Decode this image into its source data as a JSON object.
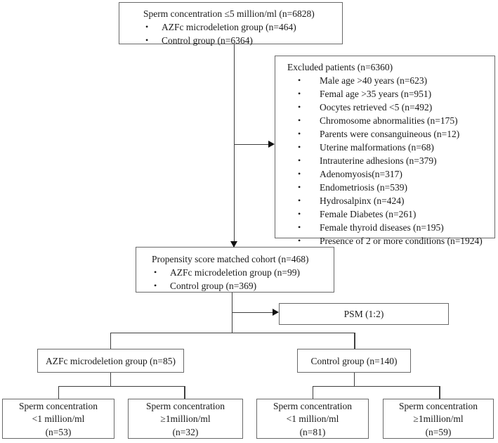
{
  "top_box": {
    "title": "Sperm concentration ≤5 million/ml (n=6828)",
    "bullets": [
      "AZFc microdeletion group (n=464)",
      "Control group (n=6364)"
    ]
  },
  "excluded_box": {
    "title": "Excluded patients (n=6360)",
    "bullets": [
      "Male age >40 years (n=623)",
      "Femal age >35 years (n=951)",
      "Oocytes retrieved <5 (n=492)",
      "Chromosome abnormalities (n=175)",
      "Parents were consanguineous (n=12)",
      "Uterine malformations (n=68)",
      "Intrauterine adhesions (n=379)",
      "Adenomyosis(n=317)",
      "Endometriosis (n=539)",
      "Hydrosalpinx (n=424)",
      "Female Diabetes (n=261)",
      "Female thyroid diseases (n=195)",
      "Presence of 2 or more conditions (n=1924)"
    ]
  },
  "matched_box": {
    "title": "Propensity score matched cohort (n=468)",
    "bullets": [
      "AZFc microdeletion group (n=99)",
      "Control group (n=369)"
    ]
  },
  "psm_box": {
    "label": "PSM (1:2)"
  },
  "azfc_group_box": {
    "label": "AZFc microdeletion group (n=85)"
  },
  "control_group_box": {
    "label": "Control group (n=140)"
  },
  "leaf_boxes": [
    {
      "lines": [
        "Sperm concentration",
        "<1 million/ml",
        "(n=53)"
      ]
    },
    {
      "lines": [
        "Sperm concentration",
        "≥1million/ml",
        "(n=32)"
      ]
    },
    {
      "lines": [
        "Sperm concentration",
        "<1 million/ml",
        "(n=81)"
      ]
    },
    {
      "lines": [
        "Sperm concentration",
        "≥1million/ml",
        "(n=59)"
      ]
    }
  ],
  "colors": {
    "box_border": "#696969",
    "connector_line": "#3f3f3f",
    "arrowhead": "#111111",
    "text": "#1a1a1a",
    "background": "#ffffff"
  }
}
